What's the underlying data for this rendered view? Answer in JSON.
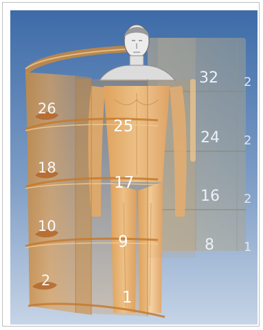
{
  "figure": {
    "zones": {
      "z1": "1",
      "z2": "2",
      "z8": "8",
      "z9": "9",
      "z10": "10",
      "z16": "16",
      "z17": "17",
      "z18": "18",
      "z24": "24",
      "z25": "25",
      "z26": "26",
      "z32": "32"
    },
    "edge_marks": [
      "2",
      "2",
      "2",
      "1"
    ],
    "colors": {
      "background_top": "#3d6ba8",
      "background_bottom": "#c6d4e6",
      "panel_amber": "#d7933f",
      "panel_light": "#f2c98f",
      "skin": "#efc58f"
    }
  }
}
